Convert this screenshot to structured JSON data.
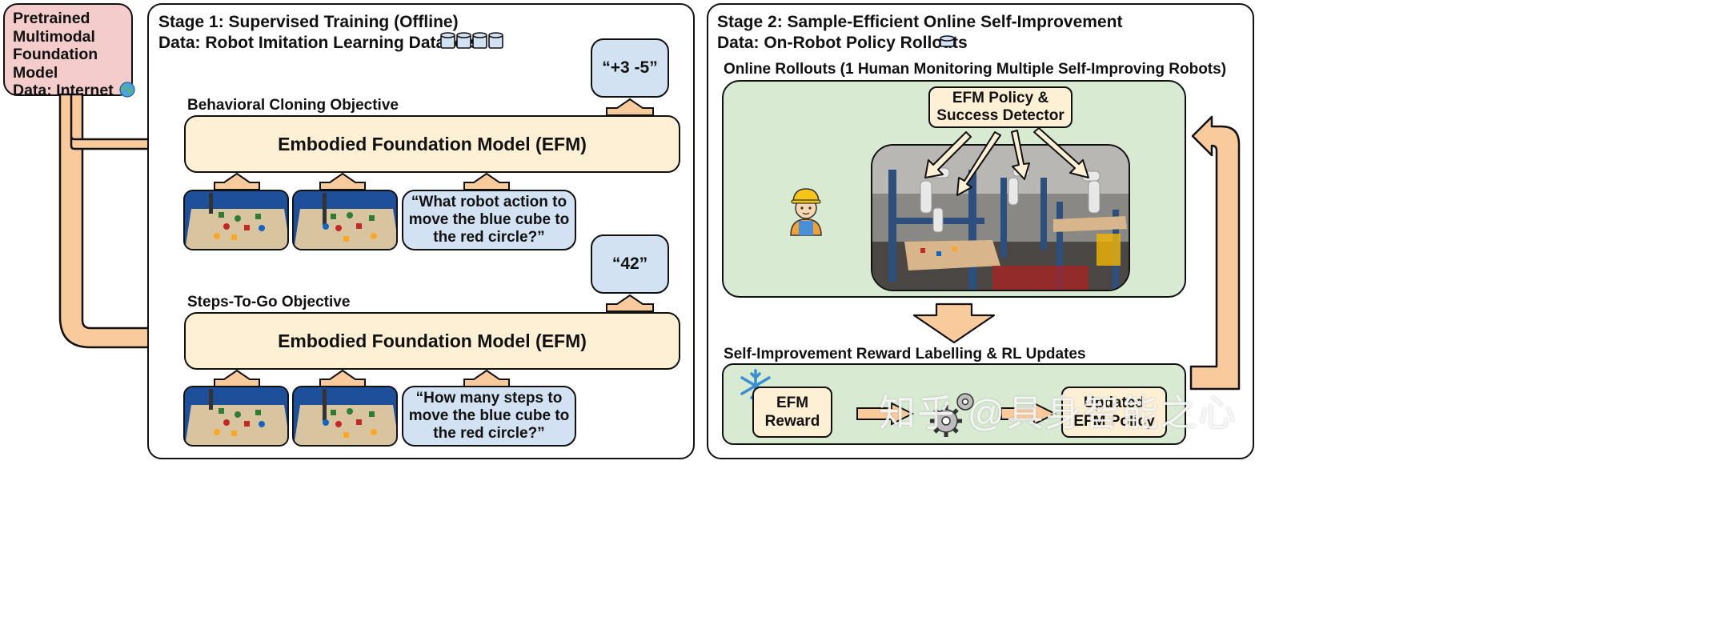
{
  "pretrained": {
    "lines": [
      "Pretrained",
      "Multimodal",
      "Foundation",
      "Model",
      "Data: Internet"
    ],
    "icon": "globe-icon"
  },
  "stage1": {
    "title": "Stage 1: Supervised Training (Offline)",
    "data_label": "Data: Robot Imitation Learning Datasets",
    "dataset_icon": "database-icon",
    "bc": {
      "objective": "Behavioral Cloning Objective",
      "model": "Embodied Foundation Model (EFM)",
      "output": "“+3 -5”",
      "question_lines": [
        "“What robot action to",
        "move the blue cube to",
        "the red circle?”"
      ]
    },
    "stg": {
      "objective": "Steps-To-Go Objective",
      "model": "Embodied Foundation Model (EFM)",
      "output": "“42”",
      "question_lines": [
        "“How many steps to",
        "move the blue cube to",
        "the red circle?”"
      ]
    }
  },
  "stage2": {
    "title": "Stage 2: Sample-Efficient Online Self-Improvement",
    "data_label": "Data: On-Robot Policy Rollouts",
    "dataset_icon": "database-icon",
    "rollouts": {
      "title": "Online Rollouts (1 Human Monitoring Multiple Self-Improving Robots)",
      "policy_lines": [
        "EFM Policy &",
        "Success Detector"
      ],
      "human_icon": "construction-worker-icon"
    },
    "labelling": {
      "title": "Self-Improvement Reward Labelling & RL Updates",
      "reward_lines": [
        "EFM",
        "Reward"
      ],
      "updated_lines": [
        "Updated",
        "EFM Policy"
      ],
      "frozen_icon": "snowflake-icon",
      "gear_icon": "gears-icon"
    }
  },
  "watermark": "知乎 @具身智能之心",
  "colors": {
    "arrow_fill": "#f9cb9c",
    "efm_fill": "#fdf0d5",
    "query_fill": "#d2e2f3",
    "green_fill": "#d9ead3",
    "pretrained_fill": "#f4cccc"
  }
}
